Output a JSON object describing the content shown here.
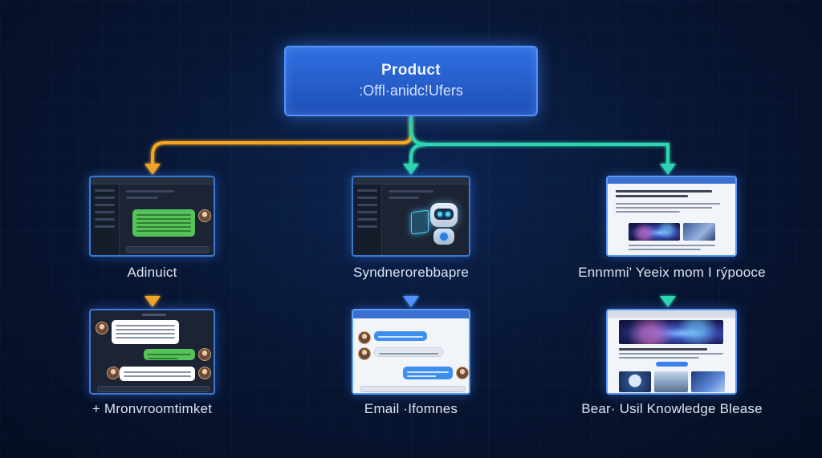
{
  "root": {
    "title": "Product",
    "subtitle": ":Offl·anidc!Ufers"
  },
  "nodes": [
    {
      "label": "Adinuict"
    },
    {
      "label": "Syndnerorebbapre"
    },
    {
      "label": "Ennmmi' Yeeix mom I rýpooce"
    },
    {
      "label": "+ Mronvroomtimket"
    },
    {
      "label": "Email  ·Ifomnes"
    },
    {
      "label": "Bear· Usil Knowledge Blease"
    }
  ],
  "colors": {
    "orange_connector": "#f5a623",
    "teal_connector": "#2fd6b0",
    "blue_connector": "#4f93ff",
    "root_fill": "#2a62d4",
    "panel_border": "#3a78d8"
  }
}
